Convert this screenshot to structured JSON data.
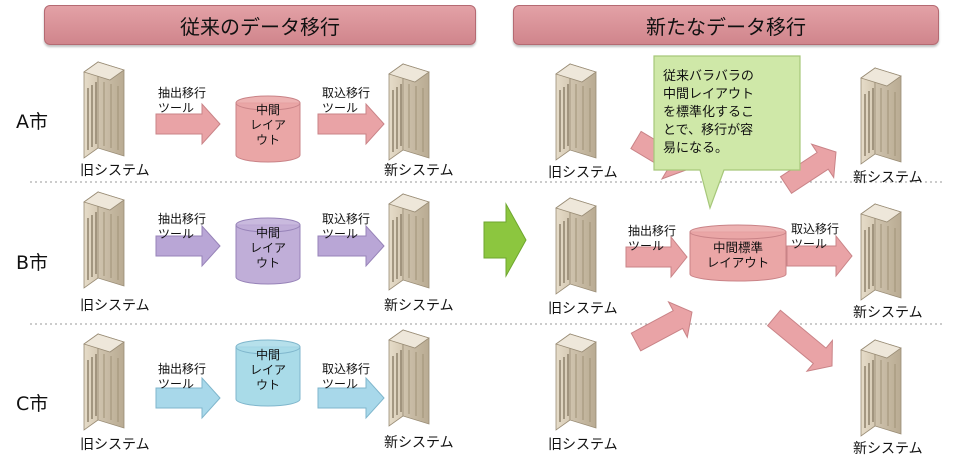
{
  "headers": {
    "left": "従来のデータ移行",
    "right": "新たなデータ移行"
  },
  "rows": [
    {
      "label": "A市",
      "layout_color": "#eaa6a6"
    },
    {
      "label": "B市",
      "layout_color": "#c0aed8"
    },
    {
      "label": "C市",
      "layout_color": "#a9dbe8"
    }
  ],
  "labels": {
    "old_system": "旧システム",
    "new_system": "新システム",
    "extract_tool": "抽出移行\nツール",
    "import_tool": "取込移行\nツール",
    "middle_layout": "中間\nレイア\nウト",
    "standard_layout": "中間標準\nレイアウト"
  },
  "callout": "従来バラバラの\n中間レイアウト\nを標準化するこ\nとで、移行が容\n易になる。",
  "colors": {
    "pink_arrow": "#e9a3a6",
    "purple_arrow": "#b9a6d6",
    "blue_arrow": "#a8d8ea",
    "green_arrow": "#8cc63f",
    "callout_fill": "#cfe8a8",
    "banner": "#d88f95"
  }
}
